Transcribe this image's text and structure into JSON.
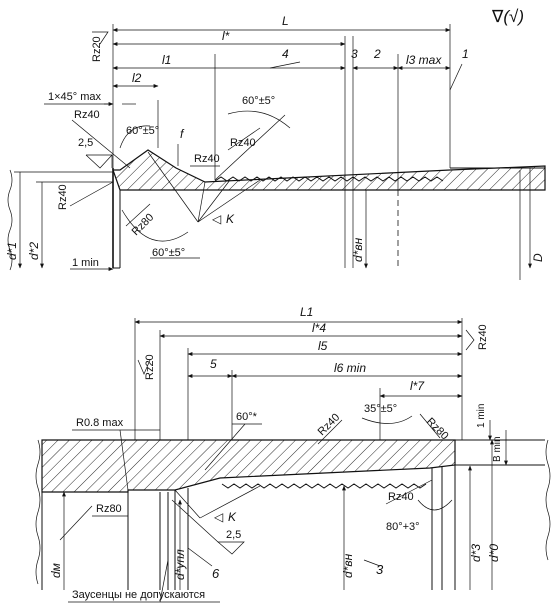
{
  "top_view": {
    "roughness_mark": "∇(√)",
    "labels": {
      "L": "L",
      "l_star": "l*",
      "l1": "l1",
      "l2": "l2",
      "l3": "l3 max",
      "n1": "1",
      "n2": "2",
      "n3": "3",
      "n4": "4",
      "rz20": "Rz20",
      "chamfer": "1×45° max",
      "rz40_a": "Rz40",
      "rz40_b": "Rz40",
      "rz40_c": "Rz40",
      "rz40_d": "Rz40",
      "rz80": "Rz80",
      "v25": "2,5",
      "angle1": "60°±5°",
      "angle2": "60°±5°",
      "angle3": "60°±5°",
      "f": "f",
      "k": "K",
      "one_min": "1 min",
      "d1": "d*1",
      "d2": "d*2",
      "dvn": "d*вн",
      "D": "D"
    }
  },
  "bottom_view": {
    "labels": {
      "L1": "L1",
      "l4": "l*4",
      "l5": "l5",
      "l6": "l6 min",
      "l7": "l*7",
      "n5": "5",
      "n6": "6",
      "n3": "3",
      "rz20": "Rz20",
      "rz40_top": "Rz40",
      "r08": "R0.8 max",
      "sixty": "60°*",
      "rz40_a": "Rz40",
      "angle35": "35°±5°",
      "rz80_a": "Rz80",
      "one_min": "1 min",
      "bmin": "B min",
      "rz40_b": "Rz40",
      "angle80": "80°+3°",
      "rz80_b": "Rz80",
      "k": "K",
      "v25": "2,5",
      "dm": "dм",
      "dupl": "d*упл",
      "dvn": "d*вн",
      "d3": "d*3",
      "d0": "d*0",
      "note": "Заусенцы не допускаются"
    }
  }
}
